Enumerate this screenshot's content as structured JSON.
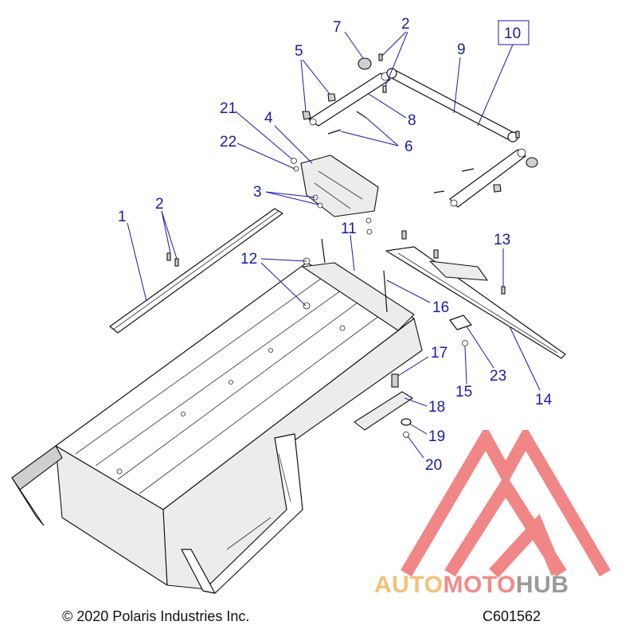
{
  "diagram": {
    "callouts": [
      {
        "id": "c1",
        "label": "1"
      },
      {
        "id": "c2a",
        "label": "2"
      },
      {
        "id": "c2b",
        "label": "2"
      },
      {
        "id": "c3",
        "label": "3"
      },
      {
        "id": "c4",
        "label": "4"
      },
      {
        "id": "c5",
        "label": "5"
      },
      {
        "id": "c6",
        "label": "6"
      },
      {
        "id": "c7",
        "label": "7"
      },
      {
        "id": "c8",
        "label": "8"
      },
      {
        "id": "c9",
        "label": "9"
      },
      {
        "id": "c10",
        "label": "10"
      },
      {
        "id": "c11",
        "label": "11"
      },
      {
        "id": "c12",
        "label": "12"
      },
      {
        "id": "c13",
        "label": "13"
      },
      {
        "id": "c14",
        "label": "14"
      },
      {
        "id": "c15",
        "label": "15"
      },
      {
        "id": "c16",
        "label": "16"
      },
      {
        "id": "c17",
        "label": "17"
      },
      {
        "id": "c18",
        "label": "18"
      },
      {
        "id": "c19",
        "label": "19"
      },
      {
        "id": "c20",
        "label": "20"
      },
      {
        "id": "c21",
        "label": "21"
      },
      {
        "id": "c22",
        "label": "22"
      },
      {
        "id": "c23",
        "label": "23"
      }
    ]
  },
  "footer": {
    "copyright": "© 2020 Polaris Industries Inc.",
    "drawing_number": "C601562"
  },
  "watermark": {
    "word_part1": "AUTO",
    "word_part2": "MOTO",
    "word_part3": "HUB",
    "colors": {
      "auto": "#f2c27a",
      "moto": "#f28a8a",
      "hub": "#9a9a9a",
      "logo": "#f07a7a"
    }
  },
  "colors": {
    "callout": "#1a1aa8",
    "linework": "#111111"
  }
}
